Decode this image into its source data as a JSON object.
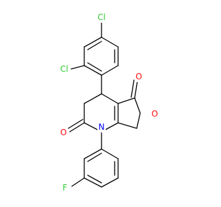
{
  "molecule": {
    "colors": {
      "bond": "#000000",
      "Cl": "#33cc33",
      "O": "#ff0d0d",
      "N": "#0000ff",
      "F": "#33cc33",
      "background": "#ffffff"
    },
    "labels": {
      "cl_top": "Cl",
      "cl_left": "Cl",
      "o_carbonyl_top": "O",
      "o_ring": "O",
      "o_carbonyl_left": "O",
      "n_ring": "N",
      "f": "F"
    }
  }
}
